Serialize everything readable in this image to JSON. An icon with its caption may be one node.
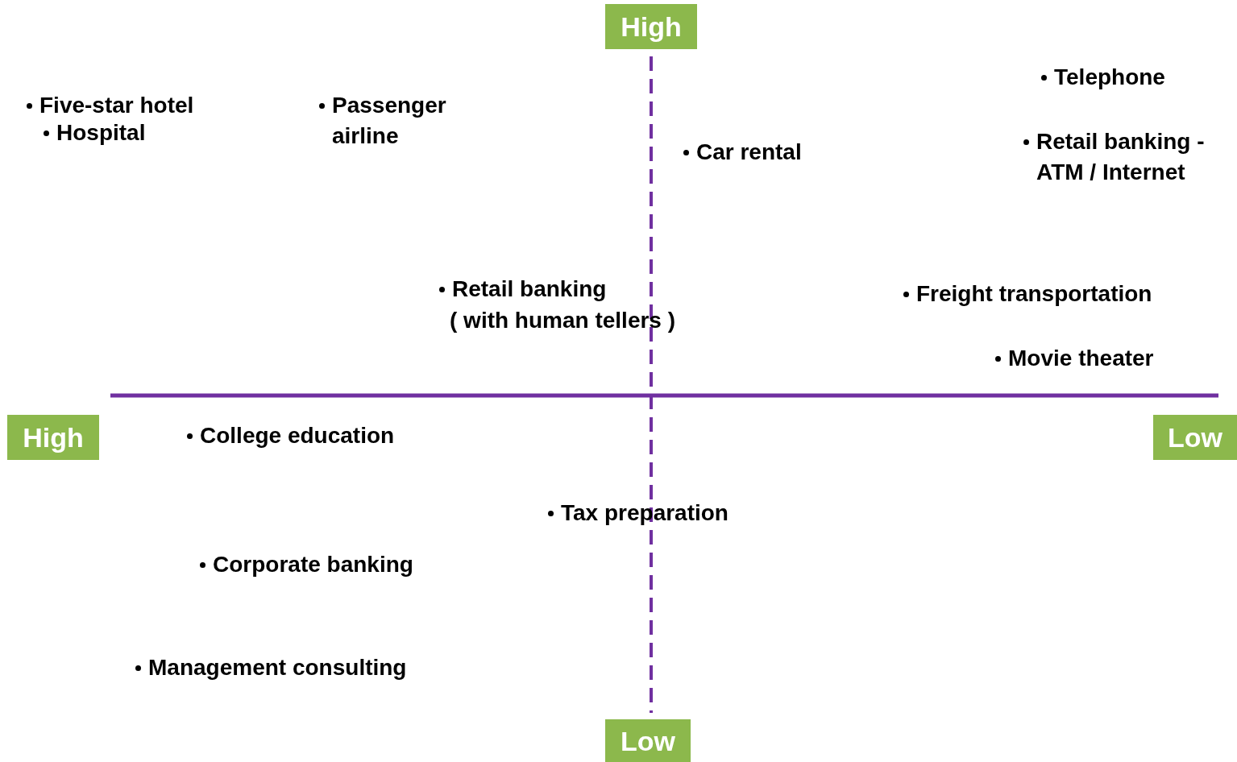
{
  "diagram": {
    "nodes": [
      {
        "text": [
          "High"
        ]
      },
      {
        "text": [
          "High"
        ]
      },
      {
        "text": [
          "Low"
        ]
      },
      {
        "text": [
          "Low"
        ]
      }
    ],
    "labels": [
      "Telephone",
      "Five-star hotel",
      "Passenger airline",
      "Hospital",
      "Retail banking - ATM / Internet",
      "Car rental",
      "Retail banking",
      "Freight transportation",
      "( with human tellers )",
      "Movie theater",
      "College education",
      "Tax preparation",
      "Corporate banking",
      "Management consulting"
    ]
  }
}
